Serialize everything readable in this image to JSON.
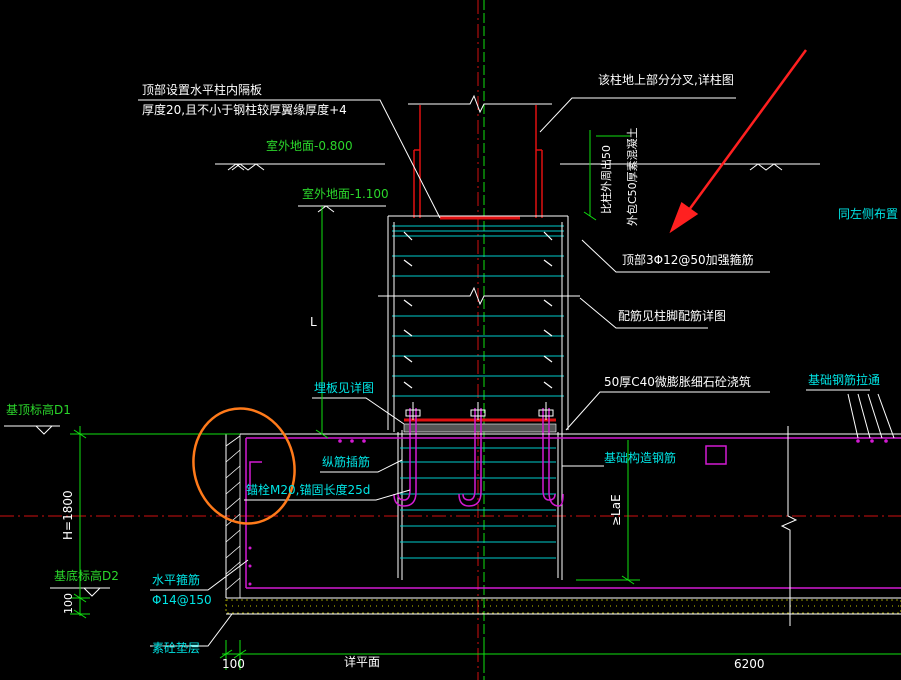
{
  "labels": {
    "partition_title": "顶部设置水平柱内隔板",
    "partition_thickness": "厚度20,且不小于钢柱较厚翼缘厚度+4",
    "outdoor_ground_1": "室外地面-0.800",
    "outdoor_ground_2": "室外地面-1.100",
    "column_above_note": "该柱地上部分分叉,详柱图",
    "concrete_side_note": "比柱外周出50",
    "concrete_outer_note": "外包C50厚素混凝土",
    "top_stirrup": "顶部3Φ12@50加强箍筋",
    "rebar_detail": "配筋见柱脚配筋详图",
    "grout_layer": "50厚C40微膨胀细石砼浇筑",
    "embed_plate": "埋板见详图",
    "anchor_rebar": "纵筋插筋",
    "anchor_bolt": "锚栓M20,锚固长度25d",
    "foundation_ring_rebar": "基础构造钢筋",
    "foundation_rebar_tie": "基础钢筋拉通",
    "same_left": "同左侧布置",
    "foundation_top": "基顶标高D1",
    "foundation_bottom": "基底标高D2",
    "height_dim": "H=1800",
    "dim_100_vertical": "100",
    "dim_100_horizontal": "100",
    "dim_6200": "6200",
    "horizontal_stirrup": "水平箍筋",
    "horizontal_stirrup_spec": "Φ14@150",
    "lean_concrete": "素砼垫层",
    "length_L": "L",
    "anchor_length": "≥LaE",
    "plan_label": "详平面"
  },
  "colors": {
    "background": "#000000",
    "leader_white": "#ffffff",
    "text_cyan": "#00e5e5",
    "text_green": "#2bd62b",
    "rebar_magenta": "#d21ad2",
    "steel_red": "#e01010",
    "arrow_red": "#ff2020",
    "circle_orange": "#ff7a1a",
    "concrete_yellow": "#c8c800",
    "dim_green": "#10e010"
  }
}
